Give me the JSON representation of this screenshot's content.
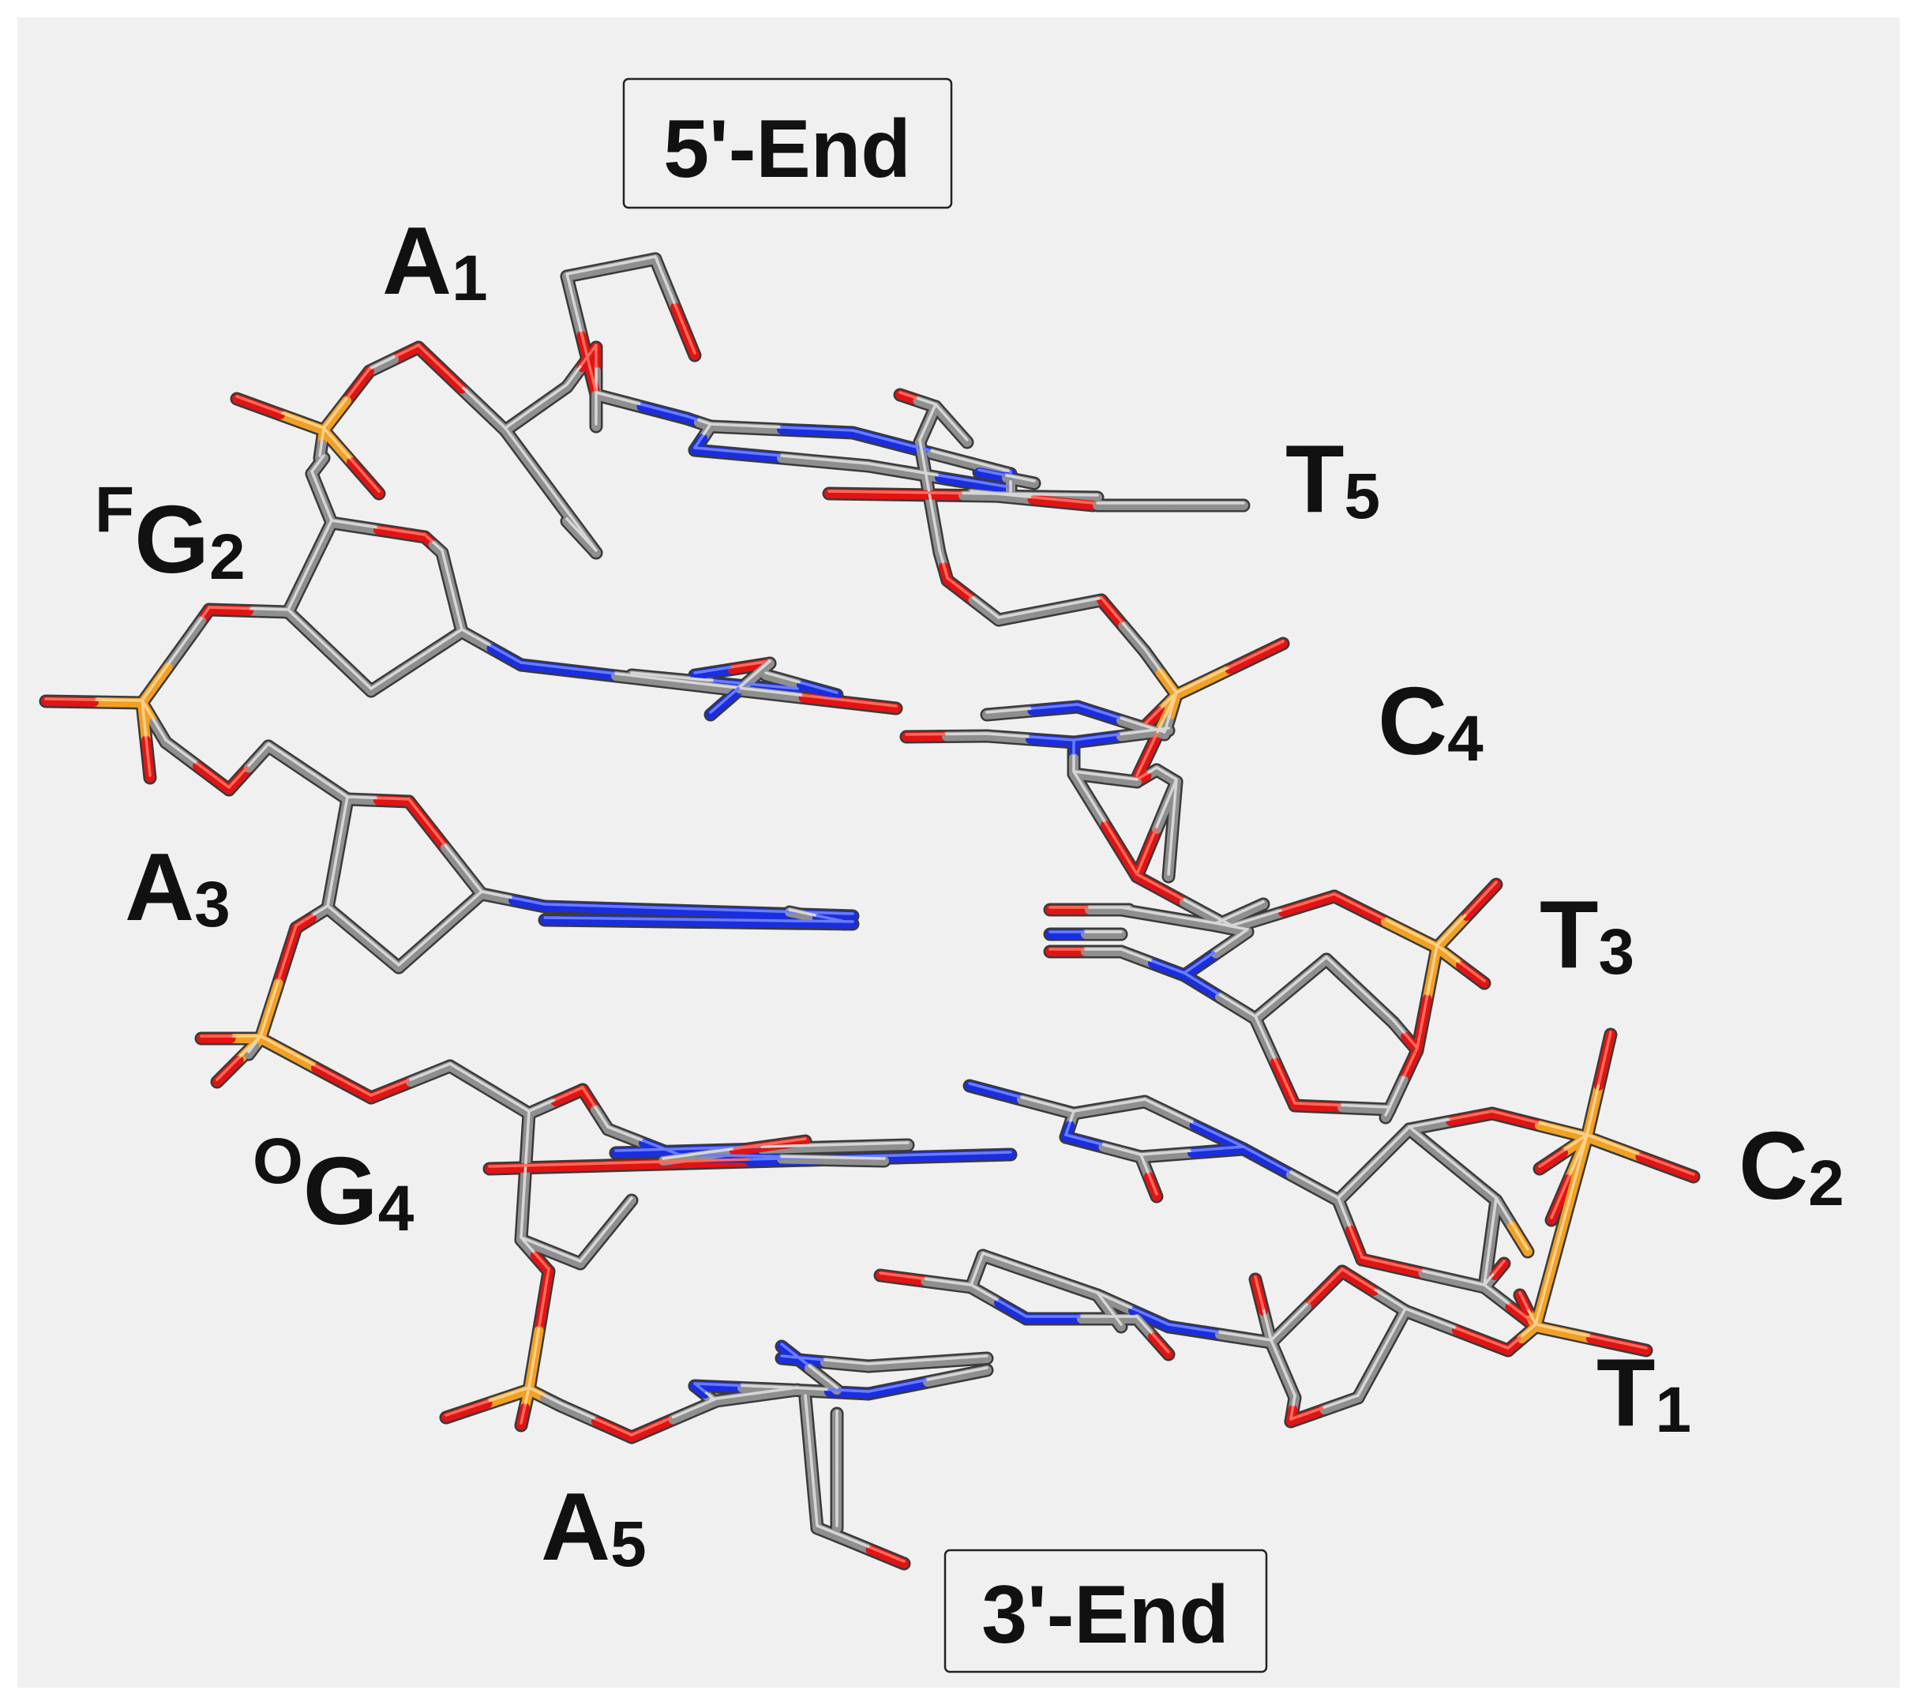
{
  "colors": {
    "background": "#f0f0f0",
    "carbon": "#8f8f8f",
    "carbon_highlight": "#d6d6d6",
    "oxygen": "#e01414",
    "nitrogen": "#1a2ee0",
    "phosphorus": "#f2a024",
    "label_text": "#111111"
  },
  "end_labels": {
    "five_prime": "5'-End",
    "three_prime": "3'-End"
  },
  "residues": {
    "strand1": [
      {
        "prefix": "",
        "base": "A",
        "index": "1"
      },
      {
        "prefix": "F",
        "base": "G",
        "index": "2"
      },
      {
        "prefix": "",
        "base": "A",
        "index": "3"
      },
      {
        "prefix": "O",
        "base": "G",
        "index": "4"
      },
      {
        "prefix": "",
        "base": "A",
        "index": "5"
      }
    ],
    "strand2": [
      {
        "prefix": "",
        "base": "T",
        "index": "5"
      },
      {
        "prefix": "",
        "base": "C",
        "index": "4"
      },
      {
        "prefix": "",
        "base": "T",
        "index": "3"
      },
      {
        "prefix": "",
        "base": "C",
        "index": "2"
      },
      {
        "prefix": "",
        "base": "T",
        "index": "1"
      }
    ]
  }
}
